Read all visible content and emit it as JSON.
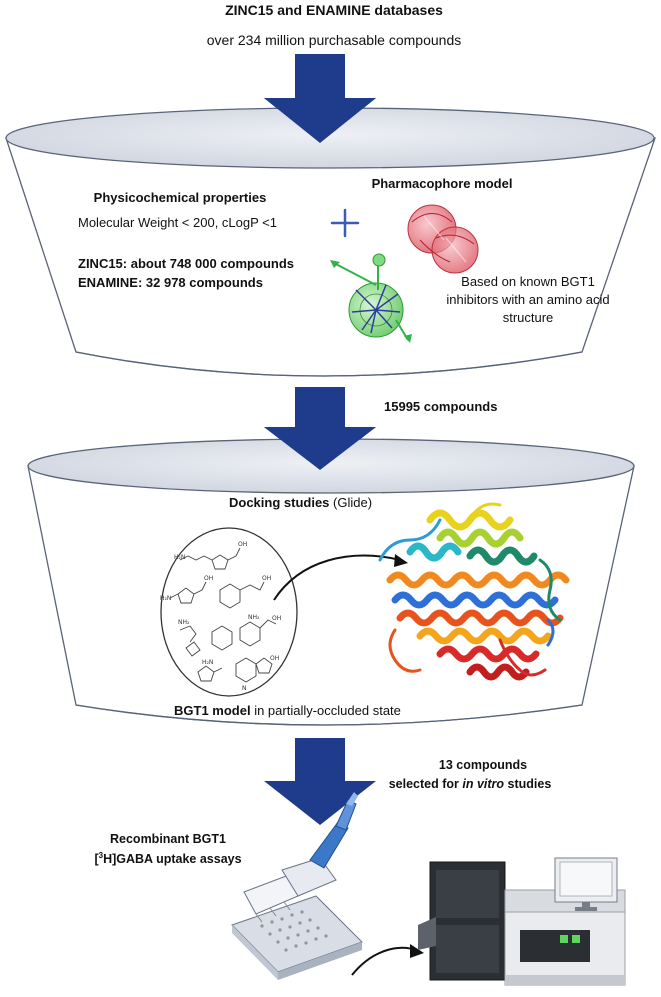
{
  "header": {
    "title": "ZINC15 and ENAMINE databases",
    "subtitle": "over 234 million purchasable compounds"
  },
  "stage1": {
    "properties_title": "Physicochemical properties",
    "properties_filter": "Molecular Weight < 200, cLogP <1",
    "plus": "+",
    "zinc_count": "ZINC15: about 748 000 compounds",
    "enamine_count": "ENAMINE: 32 978 compounds",
    "pharmacophore_title": "Pharmacophore model",
    "pharmacophore_line1": "Based on known BGT1",
    "pharmacophore_line2": "inhibitors with an amino acid",
    "pharmacophore_line3": "structure"
  },
  "arrow2_label": "15995 compounds",
  "stage2": {
    "docking_title": "Docking studies",
    "docking_tool": "(Glide)",
    "model_title": "BGT1 model",
    "model_state": "in partially-occluded state"
  },
  "arrow3": {
    "label_line1": "13 compounds",
    "label_line2a": "selected for",
    "label_line2b": "in vitro",
    "label_line2c": "studies"
  },
  "assay": {
    "line1": "Recombinant BGT1",
    "line2_prefix": "[",
    "line2_sup": "3",
    "line2_suffix": "H]GABA uptake assays"
  },
  "colors": {
    "arrow": "#1f3b8c",
    "funnel_fill": "#dfe3ec",
    "funnel_stroke": "#5a6478"
  },
  "icons": [
    "pharmacophore-sphere-icon",
    "protein-structure-icon",
    "pipette-icon",
    "plate-reader-icon"
  ]
}
